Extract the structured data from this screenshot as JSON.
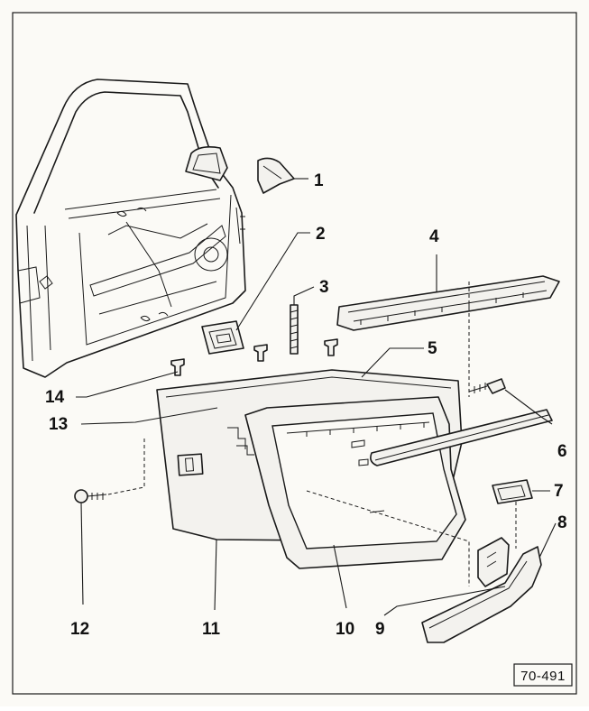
{
  "callouts": [
    {
      "id": "1",
      "label": "1"
    },
    {
      "id": "2",
      "label": "2"
    },
    {
      "id": "3",
      "label": "3"
    },
    {
      "id": "4",
      "label": "4"
    },
    {
      "id": "5",
      "label": "5"
    },
    {
      "id": "6",
      "label": "6"
    },
    {
      "id": "7",
      "label": "7"
    },
    {
      "id": "8",
      "label": "8"
    },
    {
      "id": "9",
      "label": "9"
    },
    {
      "id": "10",
      "label": "10"
    },
    {
      "id": "11",
      "label": "11"
    },
    {
      "id": "12",
      "label": "12"
    },
    {
      "id": "13",
      "label": "13"
    },
    {
      "id": "14",
      "label": "14"
    }
  ],
  "reference_code": "70-491"
}
